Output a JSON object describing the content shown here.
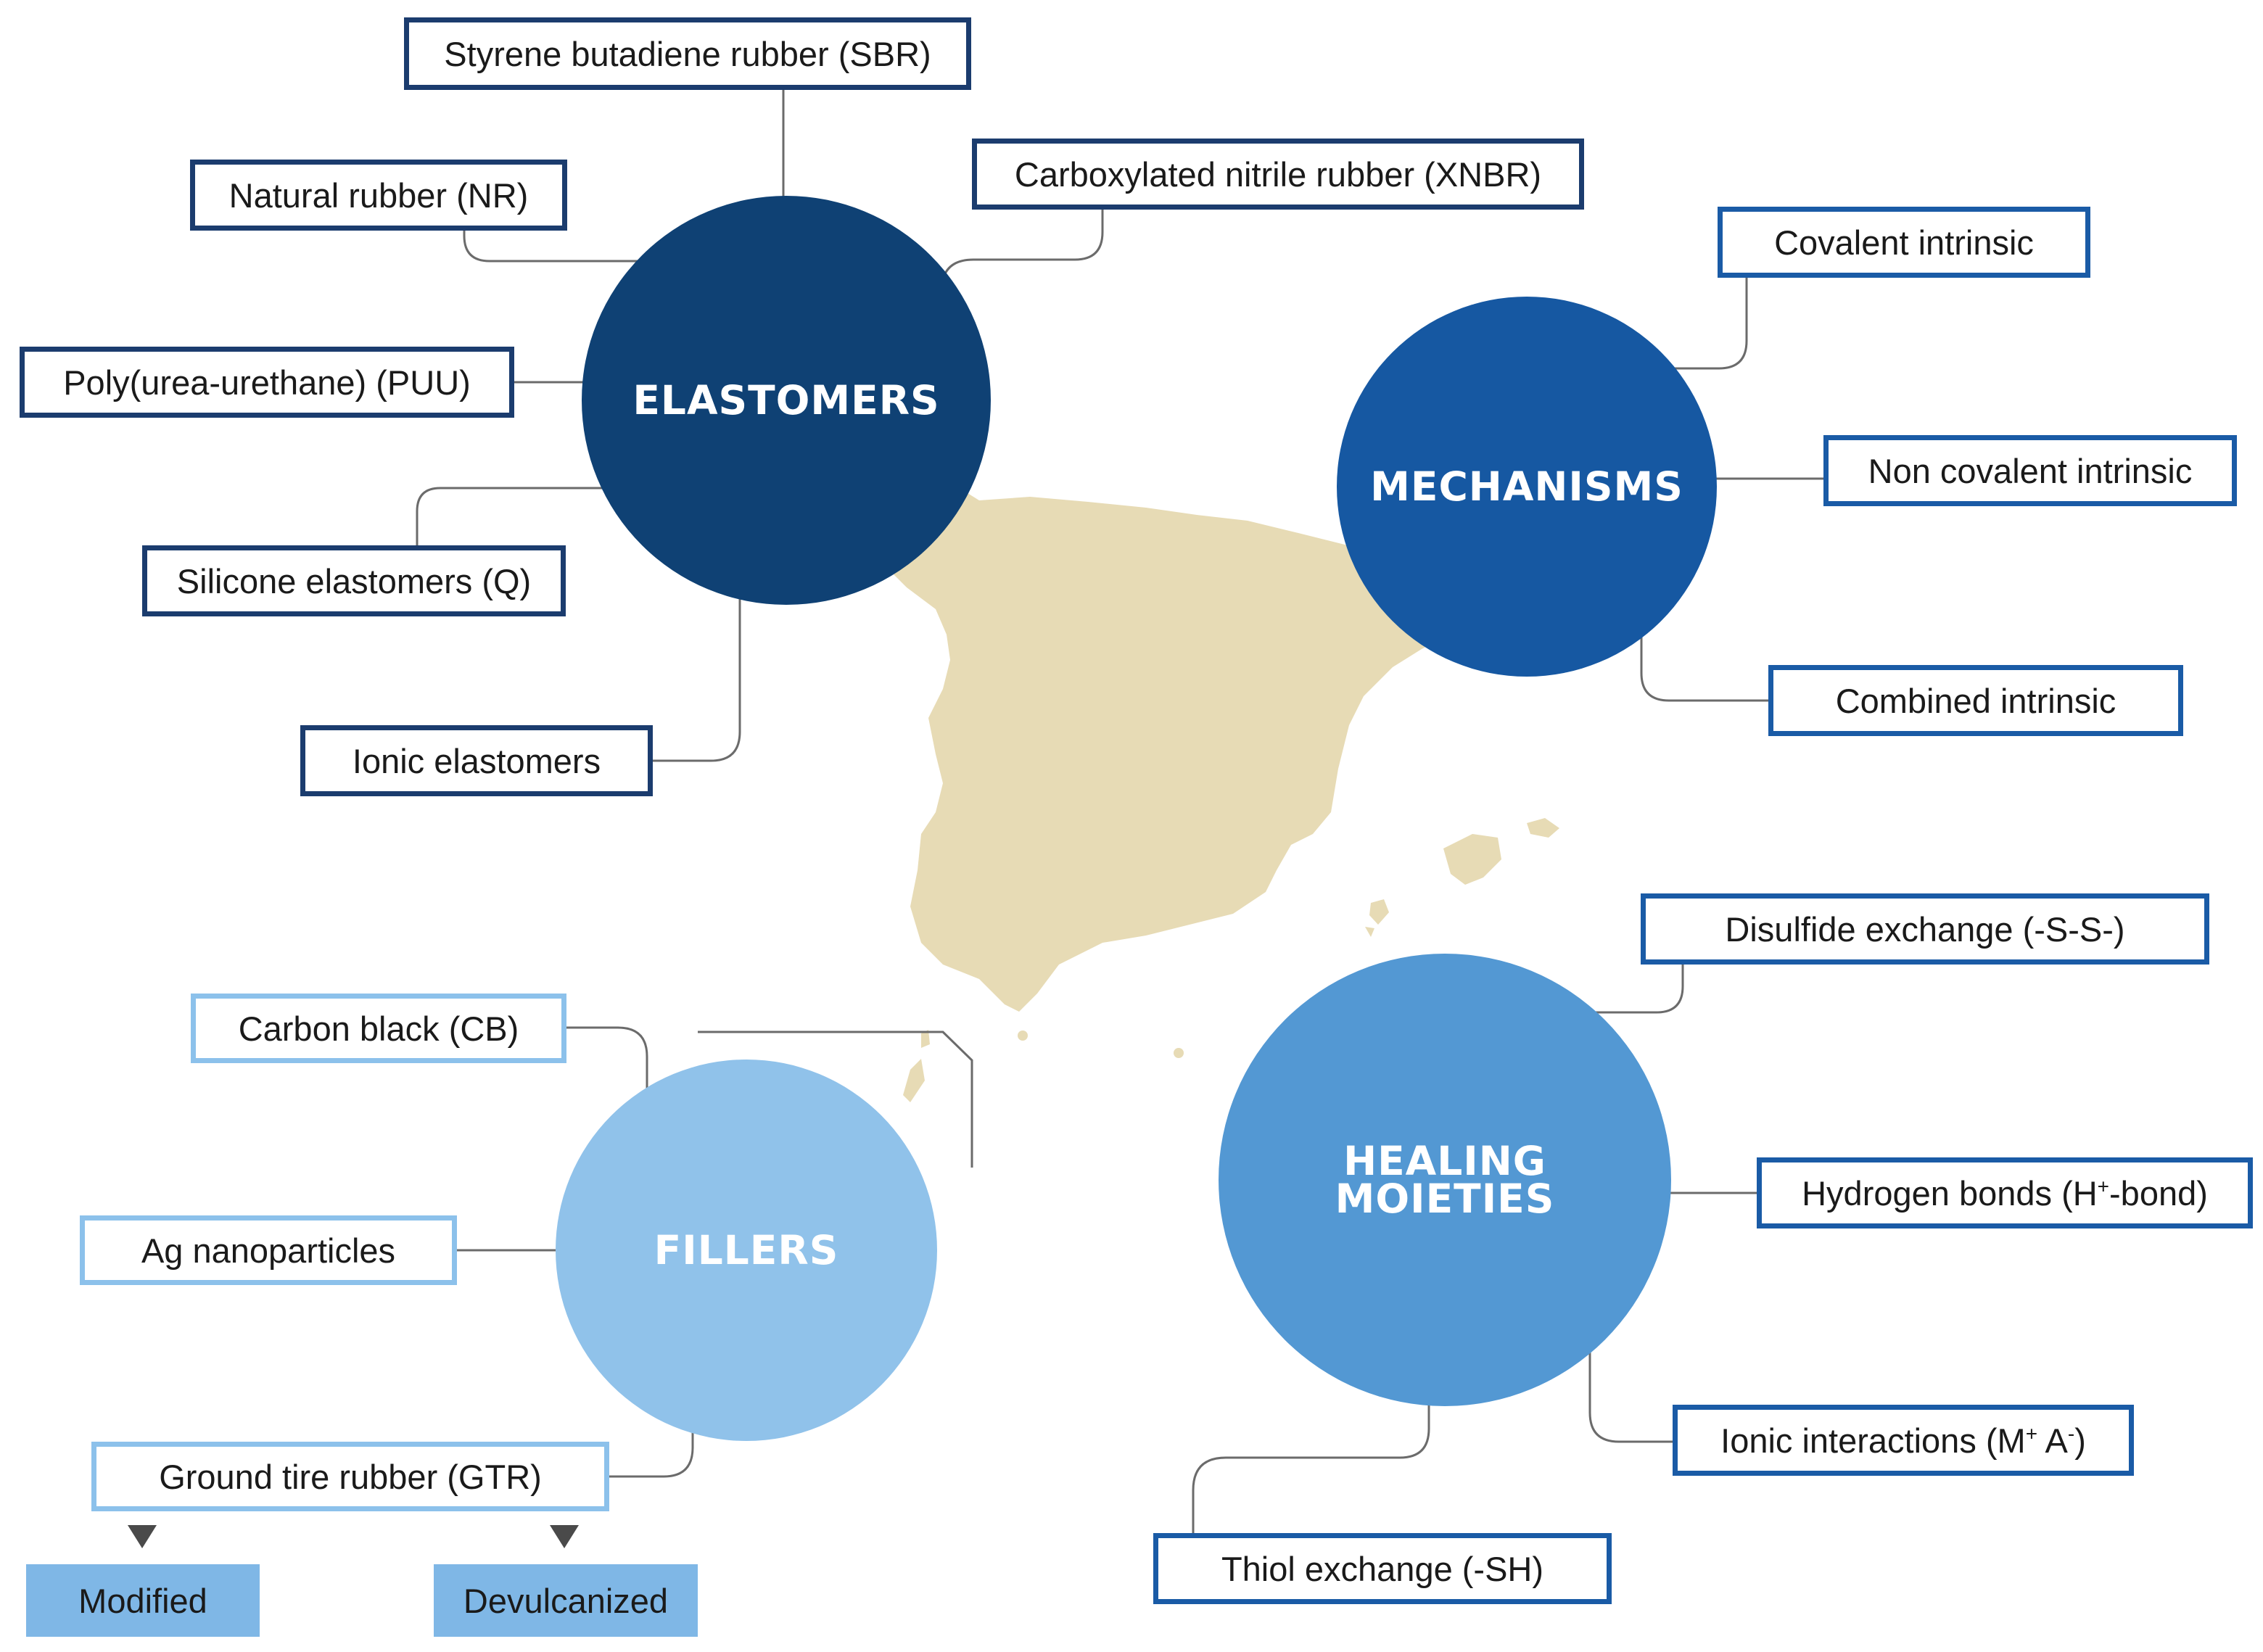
{
  "colors": {
    "elastomers": "#0f4174",
    "mechanisms": "#1658a2",
    "healing": "#5398d3",
    "fillers": "#90c2ea",
    "map": "#e7dbb5",
    "connector": "#6b6b6b"
  },
  "hubs": {
    "elastomers": "ELASTOMERS",
    "mechanisms": "MECHANISMS",
    "healing": "HEALING\nMOIETIES",
    "fillers": "FILLERS"
  },
  "elastomers": {
    "sbr": "Styrene butadiene rubber (SBR)",
    "nr": "Natural rubber (NR)",
    "xnbr": "Carboxylated nitrile rubber (XNBR)",
    "puu": "Poly(urea-urethane) (PUU)",
    "q": "Silicone elastomers (Q)",
    "ionic": "Ionic elastomers"
  },
  "mechanisms": {
    "covalent": "Covalent intrinsic",
    "noncovalent": "Non covalent intrinsic",
    "combined": "Combined intrinsic"
  },
  "healing": {
    "disulfide": "Disulfide exchange (-S-S-)",
    "hbond_pre": "Hydrogen bonds (H",
    "hbond_sup": "+",
    "hbond_post": "-bond)",
    "ionic_pre": "Ionic interactions (M",
    "ionic_sup1": "+",
    "ionic_mid": " A",
    "ionic_sup2": "-",
    "ionic_post": ")",
    "thiol": "Thiol exchange (-SH)"
  },
  "fillers": {
    "cb": "Carbon black (CB)",
    "ag": "Ag nanoparticles",
    "gtr": "Ground tire rubber (GTR)",
    "modified": "Modified",
    "devulcanized": "Devulcanized"
  }
}
